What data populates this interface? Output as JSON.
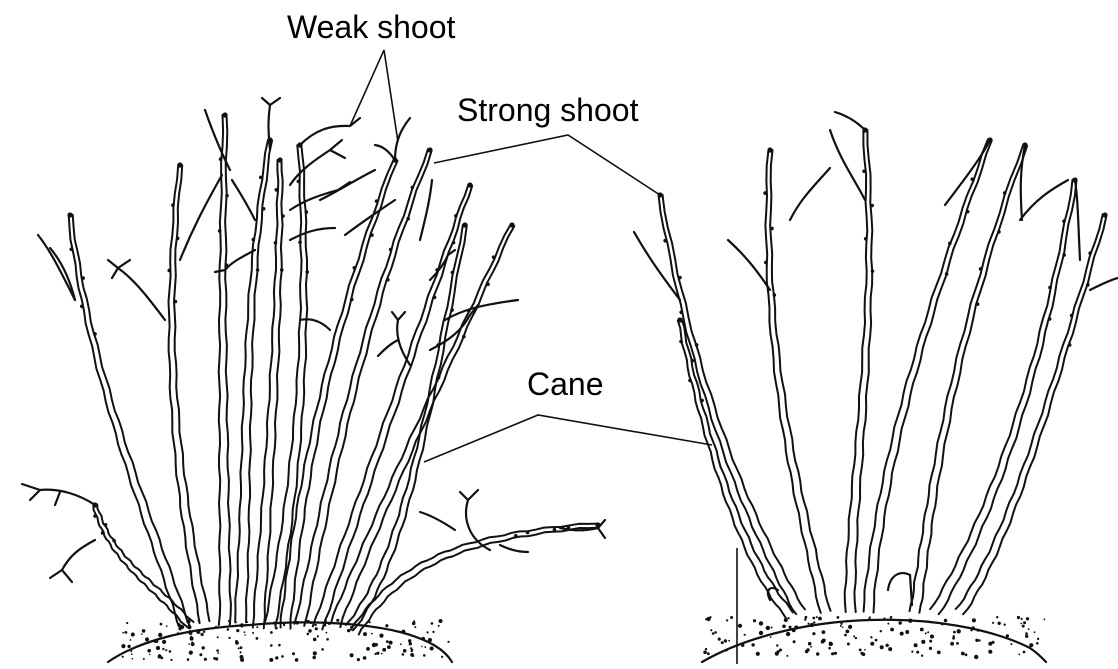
{
  "labels": {
    "weak_shoot": "Weak shoot",
    "strong_shoot": "Strong shoot",
    "cane": "Cane"
  },
  "colors": {
    "ink": "#111111",
    "background": "#ffffff"
  }
}
